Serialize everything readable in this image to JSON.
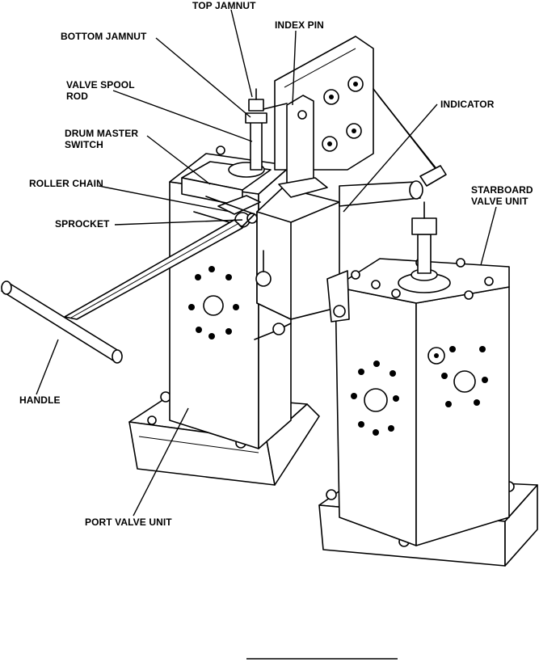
{
  "labels": {
    "top_jamnut": "TOP JAMNUT",
    "index_pin": "INDEX PIN",
    "bottom_jamnut": "BOTTOM JAMNUT",
    "valve_spool_rod": "VALVE SPOOL\nROD",
    "indicator": "INDICATOR",
    "drum_master_switch": "DRUM MASTER\nSWITCH",
    "roller_chain": "ROLLER CHAIN",
    "starboard_valve_unit": "STARBOARD\nVALVE UNIT",
    "sprocket": "SPROCKET",
    "handle": "HANDLE",
    "port_valve_unit": "PORT VALVE UNIT"
  }
}
